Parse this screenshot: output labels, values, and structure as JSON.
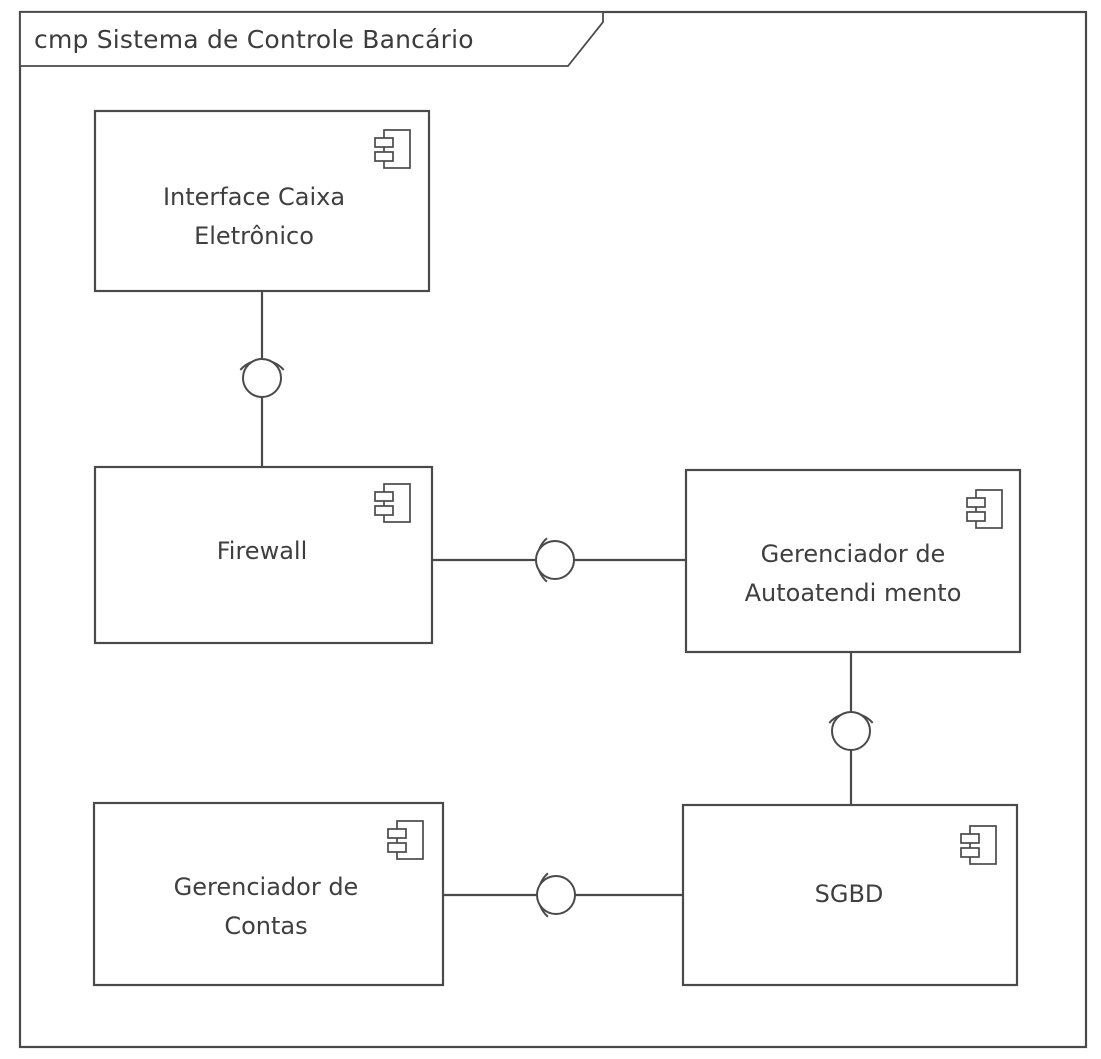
{
  "diagram": {
    "frame_title": "cmp Sistema de Controle Bancário",
    "components": [
      {
        "name": "interface-caixa-eletronico",
        "lines": [
          "Interface Caixa",
          "Eletrônico"
        ]
      },
      {
        "name": "firewall",
        "lines": [
          "Firewall"
        ]
      },
      {
        "name": "gerenciador-de-autoatendimento",
        "lines": [
          "Gerenciador de",
          "Autoatendi mento"
        ]
      },
      {
        "name": "gerenciador-de-contas",
        "lines": [
          "Gerenciador de",
          "Contas"
        ]
      },
      {
        "name": "sgbd",
        "lines": [
          "SGBD"
        ]
      }
    ],
    "connections": [
      {
        "from": "Interface Caixa Eletrônico",
        "to": "Firewall"
      },
      {
        "from": "Firewall",
        "to": "Gerenciador de Autoatendimento"
      },
      {
        "from": "Gerenciador de Autoatendimento",
        "to": "SGBD"
      },
      {
        "from": "Gerenciador de Contas",
        "to": "SGBD"
      }
    ]
  }
}
